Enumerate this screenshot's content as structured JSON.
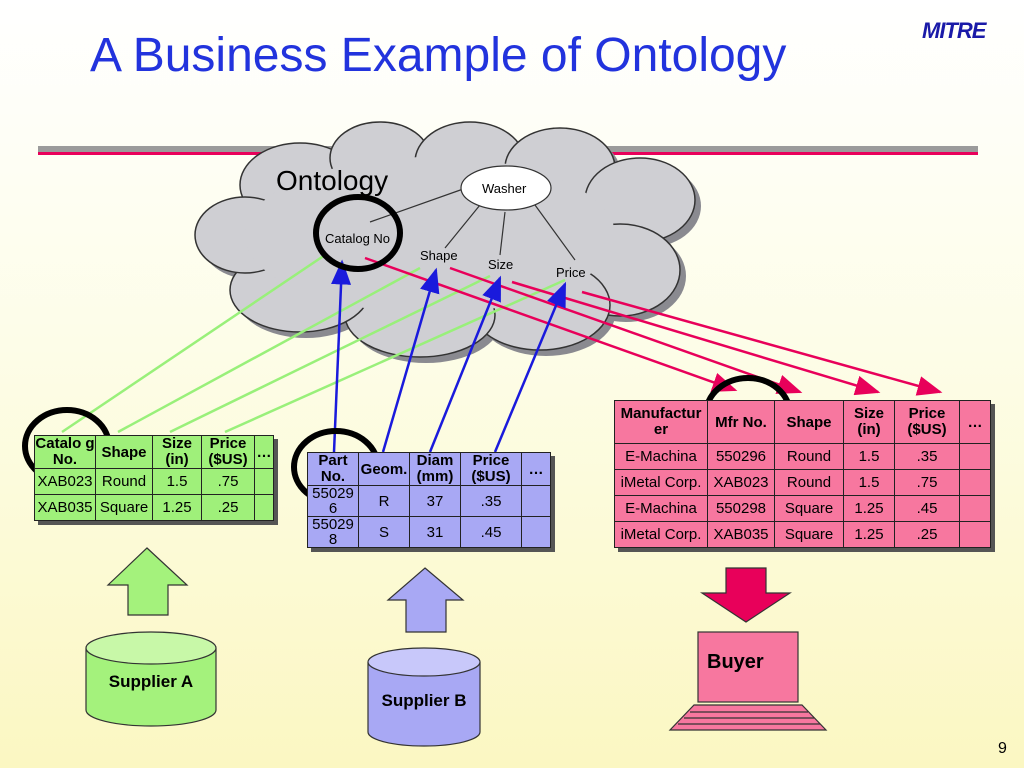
{
  "slide": {
    "title": "A Business Example of Ontology",
    "logo": "MITRE",
    "page_number": "9"
  },
  "ontology": {
    "label": "Ontology",
    "root": "Washer",
    "nodes": [
      "Catalog No",
      "Shape",
      "Size",
      "Price"
    ]
  },
  "supplier_a": {
    "label": "Supplier A",
    "headers": [
      "Catalo g No.",
      "Shape",
      "Size (in)",
      "Price ($US)",
      "…"
    ],
    "rows": [
      [
        "XAB023",
        "Round",
        "1.5",
        ".75",
        ""
      ],
      [
        "XAB035",
        "Square",
        "1.25",
        ".25",
        ""
      ]
    ],
    "color": "#9ff07a"
  },
  "supplier_b": {
    "label": "Supplier B",
    "headers": [
      "Part No.",
      "Geom.",
      "Diam (mm)",
      "Price ($US)",
      "…"
    ],
    "rows": [
      [
        "55029 6",
        "R",
        "37",
        ".35",
        ""
      ],
      [
        "55029 8",
        "S",
        "31",
        ".45",
        ""
      ]
    ],
    "color": "#a8a8f4"
  },
  "buyer": {
    "label": "Buyer",
    "headers": [
      "Manufactur er",
      "Mfr No.",
      "Shape",
      "Size (in)",
      "Price ($US)",
      "…"
    ],
    "rows": [
      [
        "E-Machina",
        "550296",
        "Round",
        "1.5",
        ".35",
        ""
      ],
      [
        "iMetal Corp.",
        "XAB023",
        "Round",
        "1.5",
        ".75",
        ""
      ],
      [
        "E-Machina",
        "550298",
        "Square",
        "1.25",
        ".45",
        ""
      ],
      [
        "iMetal Corp.",
        "XAB035",
        "Square",
        "1.25",
        ".25",
        ""
      ]
    ],
    "color": "#f7779f"
  },
  "colors": {
    "title": "#2233dd",
    "green_links": "#99f07a",
    "blue_links": "#1a1adc",
    "pink_links": "#e8005a",
    "cloud": "#cfcfd3"
  },
  "icons": [
    "cloud-shape",
    "up-arrow-icon",
    "down-arrow-icon",
    "database-cylinder-icon",
    "computer-icon",
    "highlight-circle"
  ]
}
